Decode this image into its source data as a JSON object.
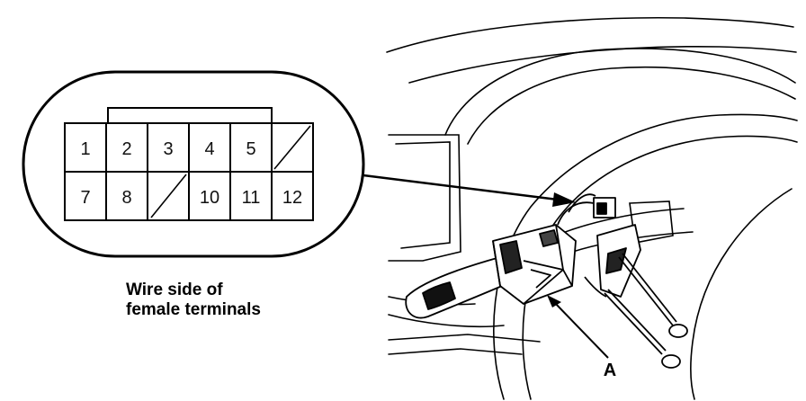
{
  "connector": {
    "pins_top": [
      "1",
      "2",
      "3",
      "4",
      "5"
    ],
    "pins_bottom": [
      "7",
      "8",
      "10",
      "11",
      "12"
    ]
  },
  "caption": {
    "line1": "Wire side of",
    "line2": "female terminals"
  },
  "callout_a": "A"
}
